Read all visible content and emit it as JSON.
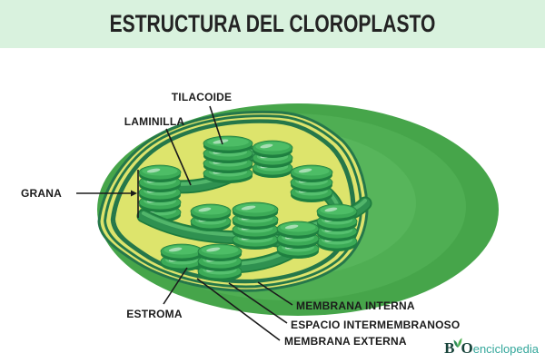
{
  "title": "ESTRUCTURA DEL CLOROPLASTO",
  "labels": {
    "tilacoide": "TILACOIDE",
    "laminilla": "LAMINILLA",
    "grana": "GRANA",
    "estroma": "ESTROMA",
    "membrana_interna": "MEMBRANA INTERNA",
    "espacio_intermembranoso": "ESPACIO INTERMEMBRANOSO",
    "membrana_externa": "MEMBRANA EXTERNA"
  },
  "logo": {
    "b": "B",
    "o": "O",
    "suffix": "enciclopedia"
  },
  "colors": {
    "banner_bg": "#d9f2de",
    "title_text": "#232323",
    "body_green": "#46a54a",
    "body_green_mid": "#4fae53",
    "body_green_light": "#57b55b",
    "membrane_yellow": "#dde46c",
    "membrane_dark": "#2e7d52",
    "inner_membrane_yellow": "#e0e673",
    "stroma_green": "#b4d76d",
    "granum_green": "#3cab57",
    "granum_dark": "#1e8040",
    "lamella_green": "#2f9150",
    "label_text": "#1b1b1b",
    "logo_dark": "#17433a",
    "logo_teal": "#33a79b"
  }
}
